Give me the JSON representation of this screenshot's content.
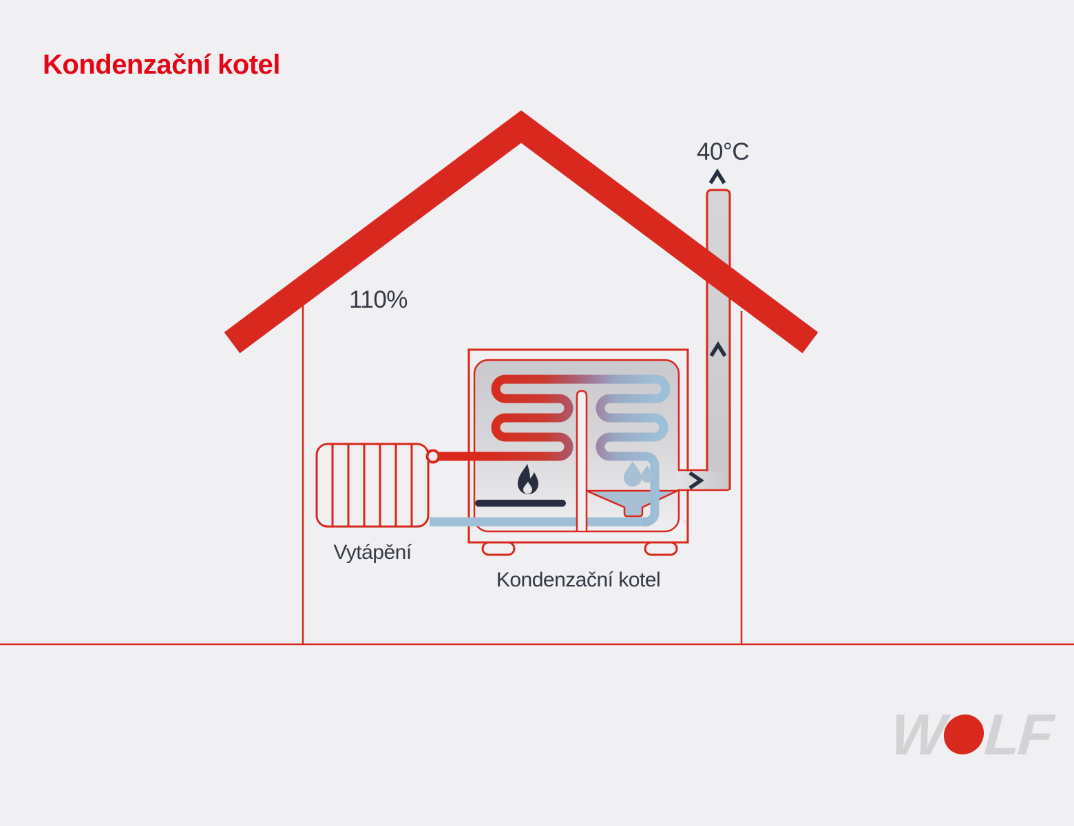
{
  "title": "Kondenzační kotel",
  "labels": {
    "efficiency": "110%",
    "flue_temperature": "40°C",
    "radiator": "Vytápění",
    "boiler": "Kondenzační kotel"
  },
  "logo": {
    "brand": "WOLF",
    "brand_prefix": "W",
    "brand_suffix": "LF"
  },
  "icons": {
    "flame": "flame-icon",
    "water_drops": "water-drops-icon",
    "flue_arrow_up": "up-arrow-icon",
    "flue_arrow_right": "right-arrow-icon",
    "logo_dot": "wolf-logo-dot"
  },
  "colors": {
    "background": "#f0eff1",
    "outline_red": "#d9281c",
    "title_red": "#e30616",
    "roof_red": "#d9291e",
    "navy": "#272e3f",
    "text_dark": "#343a46",
    "pipe_hot": "#d9281c",
    "pipe_cold": "#9dbfd7",
    "condensate_blue": "#a7c0d4",
    "chamber_grey_top": "#c9c8cc",
    "chamber_grey_bottom": "#eeedef",
    "logo_grey": "#d3d2d4"
  }
}
